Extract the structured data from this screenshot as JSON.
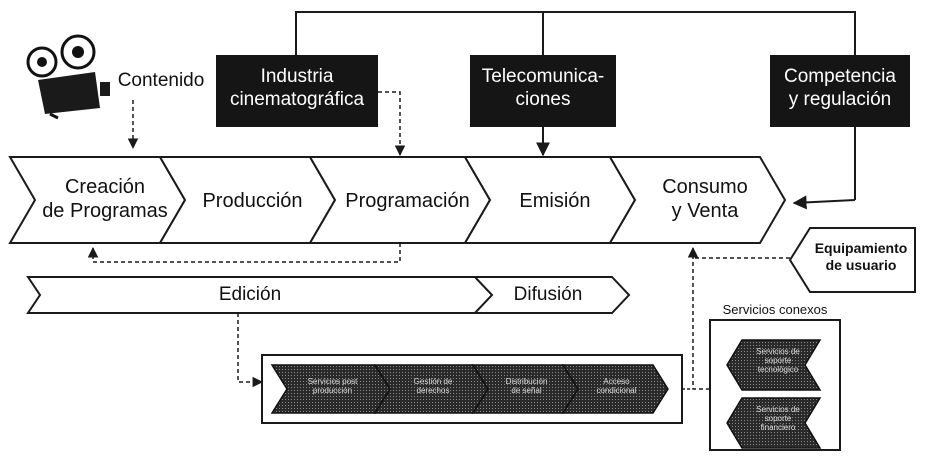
{
  "top_boxes": {
    "cine": "Industria\ncinematográfica",
    "tele": "Telecomunica-\nciones",
    "comp": "Competencia\ny regulación"
  },
  "contenido_label": "Contenido",
  "stages": {
    "creacion": "Creación\nde Programas",
    "produccion": "Producción",
    "programacion": "Programación",
    "emision": "Emisión",
    "consumo": "Consumo\ny Venta"
  },
  "equipamiento": "Equipamiento\nde usuario",
  "bottom_bar": {
    "edicion": "Edición",
    "difusion": "Difusión"
  },
  "servicios": {
    "title": "Servicios conexos",
    "item1": "Servicios de\nsoporte\ntecnológico",
    "item2": "Servicios de\nsoporte\nfinanciero"
  },
  "substages": [
    "Servicios post\nproducción",
    "Gestión de\nderechos",
    "Distribución\nde señal",
    "Acceso\ncondicional"
  ],
  "colors": {
    "box_fill": "#151515",
    "hatch": "#3a3a3a",
    "line": "#1a1a1a"
  }
}
